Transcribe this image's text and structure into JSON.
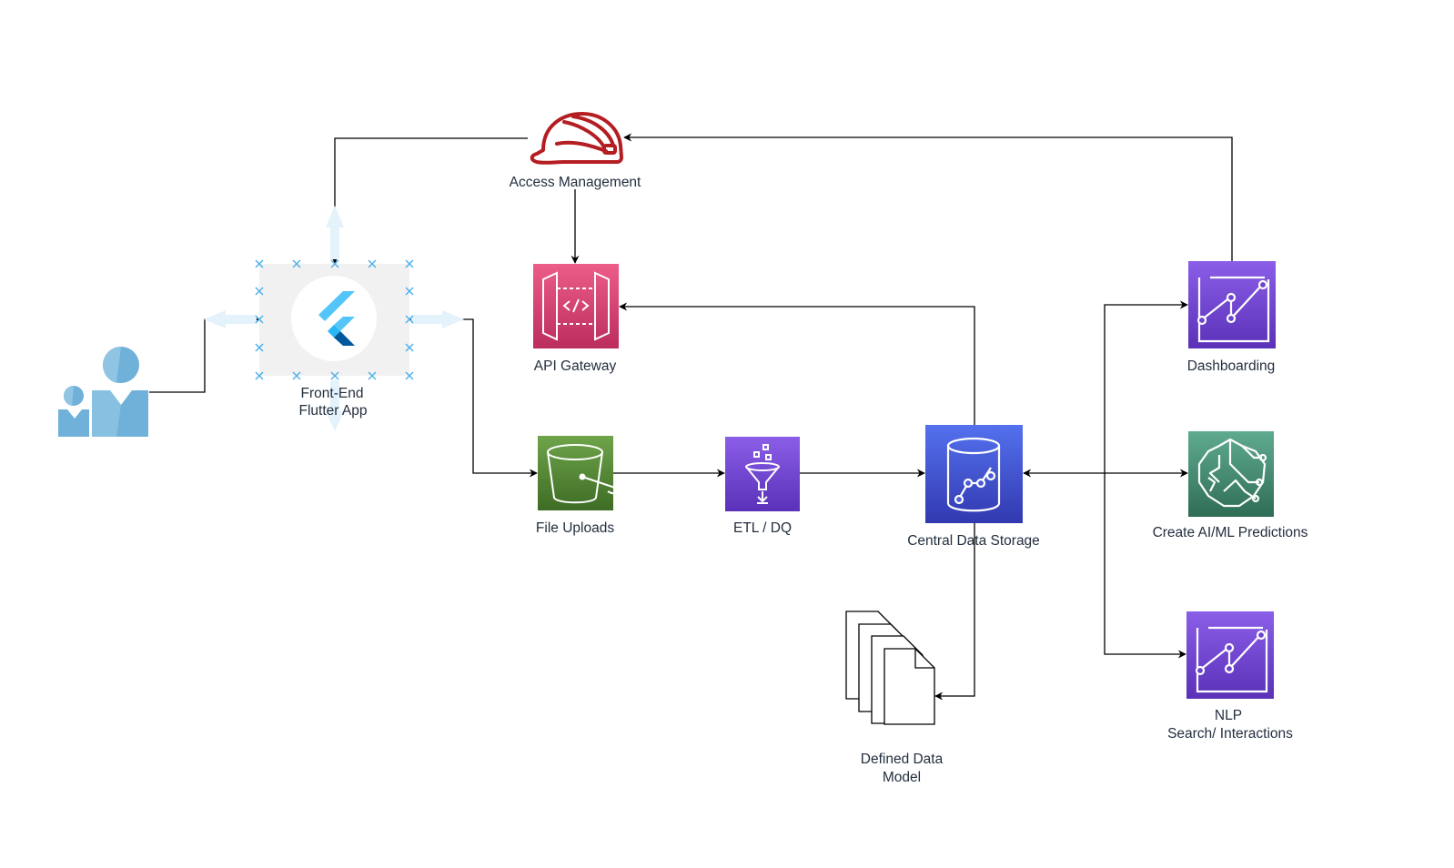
{
  "diagram": {
    "nodes": {
      "user": {
        "label": "",
        "icon": "users-icon",
        "colors": {
          "primary": "#6fb1d9",
          "light": "#8fc4e3"
        }
      },
      "frontend": {
        "label_line1": "Front-End",
        "label_line2": "Flutter App",
        "icon": "flutter-logo-icon",
        "colors": {
          "bg": "#f1f1f1",
          "handle": "#52b1ea",
          "flutter_light": "#54c5f8",
          "flutter_mid": "#29b6f6",
          "flutter_dark": "#01579b"
        }
      },
      "access_management": {
        "label": "Access Management",
        "icon": "hard-hat-icon",
        "color": "#b41e23"
      },
      "api_gateway": {
        "label": "API Gateway",
        "icon": "api-gateway-icon",
        "colors": {
          "top": "#ec5d88",
          "bottom": "#bb2d5e"
        }
      },
      "file_uploads": {
        "label": "File Uploads",
        "icon": "bucket-icon",
        "colors": {
          "top": "#6ea44a",
          "bottom": "#3e6c25"
        }
      },
      "etl_dq": {
        "label": "ETL / DQ",
        "icon": "funnel-icon",
        "colors": {
          "top": "#8b5ee8",
          "bottom": "#5a31b8"
        }
      },
      "central_data_storage": {
        "label": "Central Data Storage",
        "icon": "database-icon",
        "colors": {
          "top": "#5471ee",
          "bottom": "#3239b0"
        }
      },
      "defined_data_model": {
        "label_line1": "Defined Data",
        "label_line2": "Model",
        "icon": "documents-icon"
      },
      "dashboarding": {
        "label": "Dashboarding",
        "icon": "chart-line-icon",
        "colors": {
          "top": "#8b5ee8",
          "bottom": "#5a31b8"
        }
      },
      "ai_ml": {
        "label": "Create AI/ML Predictions",
        "icon": "brain-icon",
        "colors": {
          "top": "#5fab90",
          "bottom": "#2f6d55"
        }
      },
      "nlp": {
        "label_line1": "NLP",
        "label_line2": "Search/ Interactions",
        "icon": "chart-line-icon",
        "colors": {
          "top": "#8b5ee8",
          "bottom": "#5a31b8"
        }
      }
    },
    "edges": [
      {
        "from": "user",
        "to": "frontend"
      },
      {
        "from": "access_management",
        "to": "frontend"
      },
      {
        "from": "access_management",
        "to": "api_gateway"
      },
      {
        "from": "frontend",
        "to": "file_uploads"
      },
      {
        "from": "file_uploads",
        "to": "etl_dq"
      },
      {
        "from": "etl_dq",
        "to": "central_data_storage"
      },
      {
        "from": "central_data_storage",
        "to": "api_gateway"
      },
      {
        "from": "central_data_storage",
        "to": "defined_data_model"
      },
      {
        "from": "central_data_storage",
        "to": "dashboarding"
      },
      {
        "from": "central_data_storage",
        "to": "ai_ml"
      },
      {
        "from": "central_data_storage",
        "to": "nlp"
      },
      {
        "from": "ai_ml",
        "to": "central_data_storage"
      },
      {
        "from": "dashboarding",
        "to": "access_management"
      }
    ]
  }
}
